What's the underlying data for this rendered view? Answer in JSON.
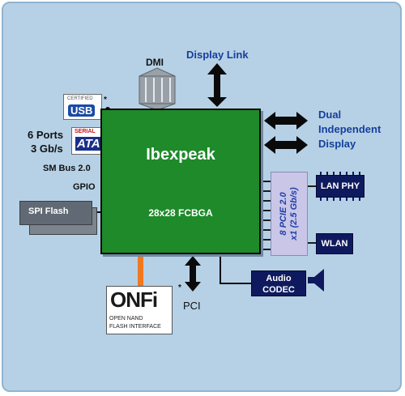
{
  "chip": {
    "name": "Ibexpeak",
    "package": "28x28 FCBGA"
  },
  "top_labels": {
    "dmi": "DMI",
    "display_link": "Display Link"
  },
  "right_labels": {
    "dual_display_line1": "Dual",
    "dual_display_line2": "Independent",
    "dual_display_line3": "Display"
  },
  "left_labels": {
    "ports_line1": "6 Ports",
    "ports_line2": "3 Gb/s",
    "smbus": "SM Bus 2.0",
    "gpio": "GPIO"
  },
  "logos": {
    "usb_top": "CERTIFIED",
    "usb": "USB",
    "sata_top": "SERIAL",
    "sata": "ATA",
    "onfi": "ONFi",
    "onfi_line1": "OPEN NAND",
    "onfi_line2": "FLASH INTERFACE"
  },
  "markers": {
    "usb_star": "*",
    "sata_star": "*",
    "onfi_star": "*"
  },
  "blocks": {
    "spi_flash": "SPI Flash",
    "lan_phy": "LAN PHY",
    "wlan": "WLAN",
    "audio_line1": "Audio",
    "audio_line2": "CODEC"
  },
  "pcie": {
    "line1": "8 PCIE 2.0",
    "line2": "x1 (2.5 Gb/s)"
  },
  "bottom_labels": {
    "pci": "PCI"
  },
  "colors": {
    "background": "#b6d1e6",
    "chip": "#1e8a2a",
    "navy_block": "#0f1a5e",
    "pcie_fill": "#c9c6e8",
    "label_blue": "#163f9b",
    "onfi_link": "#f07820"
  }
}
